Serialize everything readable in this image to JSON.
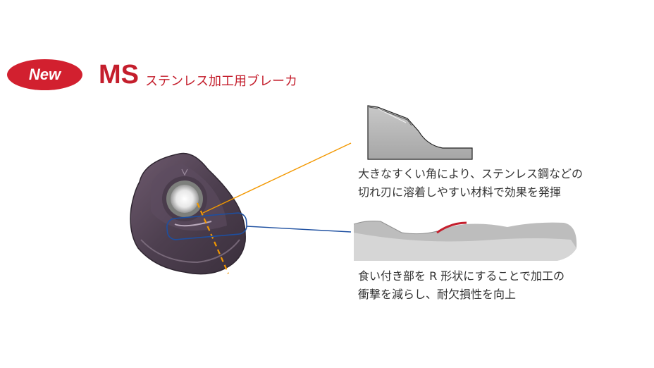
{
  "badge": {
    "label": "New",
    "color": "#d2202f"
  },
  "title": {
    "code": "MS",
    "subtitle": "ステンレス加工用ブレーカ",
    "color": "#c41e2c"
  },
  "callout_top": {
    "lines": [
      "大きなすくい角により、ステンレス鋼などの",
      "切れ刃に溶着しやすい材料で効果を発揮"
    ],
    "leader_color": "#f39800"
  },
  "callout_bottom": {
    "lines": [
      "食い付き部を R 形状にすることで加工の",
      "衝撃を減らし、耐欠損性を向上"
    ],
    "leader_color": "#1d4fa0",
    "highlight_color": "#c41e2c"
  }
}
